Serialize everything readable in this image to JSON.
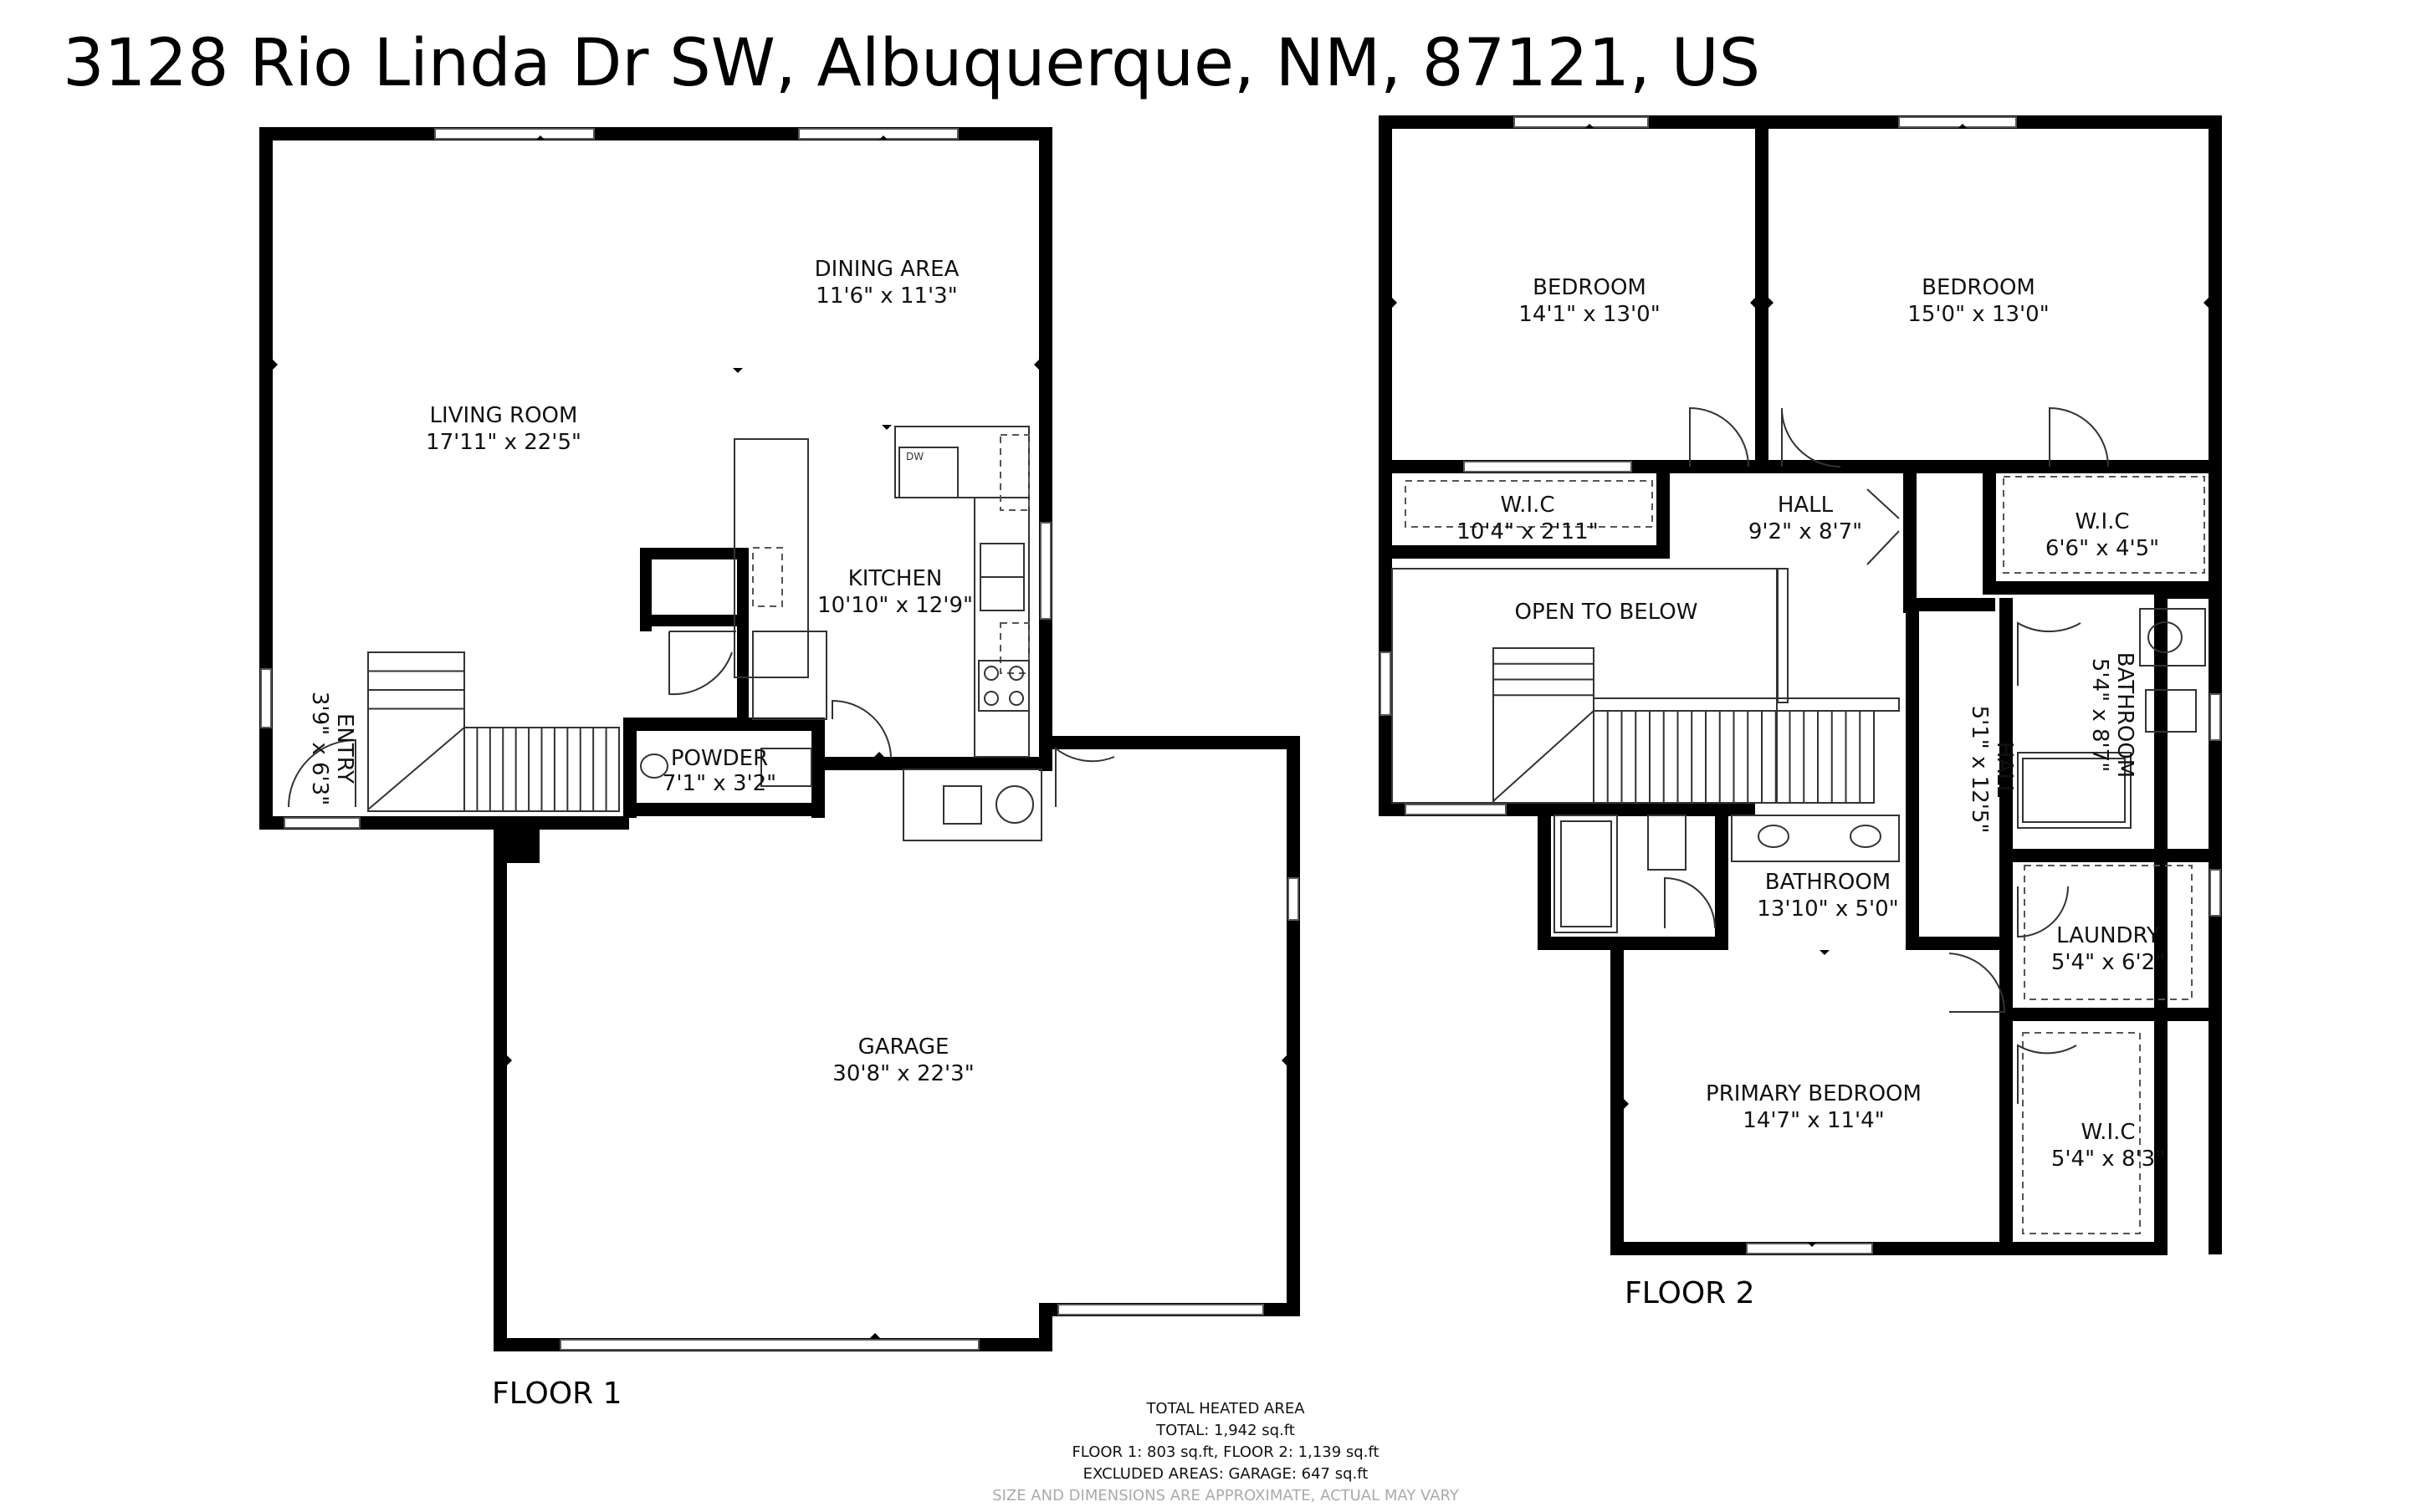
{
  "title": "3128 Rio Linda Dr SW, Albuquerque, NM, 87121, US",
  "floor1": {
    "label": "FLOOR 1",
    "rooms": {
      "dining_name": "DINING AREA",
      "dining_dims": "11'6\" x 11'3\"",
      "living_name": "LIVING ROOM",
      "living_dims": "17'11\" x 22'5\"",
      "kitchen_name": "KITCHEN",
      "kitchen_dims": "10'10\" x 12'9\"",
      "entry_name": "ENTRY",
      "entry_dims": "3'9\" x 6'3\"",
      "powder_name": "POWDER",
      "powder_dims": "7'1\" x 3'2\"",
      "garage_name": "GARAGE",
      "garage_dims": "30'8\" x 22'3\""
    },
    "fixture_dw": "DW"
  },
  "floor2": {
    "label": "FLOOR 2",
    "rooms": {
      "bed1_name": "BEDROOM",
      "bed1_dims": "14'1\" x 13'0\"",
      "bed2_name": "BEDROOM",
      "bed2_dims": "15'0\" x 13'0\"",
      "wic1_name": "W.I.C",
      "wic1_dims": "10'4\" x 2'11\"",
      "hall1_name": "HALL",
      "hall1_dims": "9'2\" x 8'7\"",
      "wic2_name": "W.I.C",
      "wic2_dims": "6'6\" x 4'5\"",
      "open_name": "OPEN TO BELOW",
      "bath1_name": "BATHROOM",
      "bath1_dims": "5'4\" x 8'7\"",
      "hall2_name": "HALL",
      "hall2_dims": "5'1\" x 12'5\"",
      "bath2_name": "BATHROOM",
      "bath2_dims": "13'10\" x 5'0\"",
      "laundry_name": "LAUNDRY",
      "laundry_dims": "5'4\" x 6'2\"",
      "primary_name": "PRIMARY BEDROOM",
      "primary_dims": "14'7\" x 11'4\"",
      "wic3_name": "W.I.C",
      "wic3_dims": "5'4\" x 8'3\""
    }
  },
  "summary": {
    "line1": "TOTAL HEATED AREA",
    "line2": "TOTAL: 1,942 sq.ft",
    "line3": "FLOOR 1: 803 sq.ft, FLOOR 2: 1,139 sq.ft",
    "line4": "EXCLUDED AREAS: GARAGE: 647 sq.ft",
    "line5": "SIZE AND DIMENSIONS ARE APPROXIMATE, ACTUAL MAY VARY"
  }
}
